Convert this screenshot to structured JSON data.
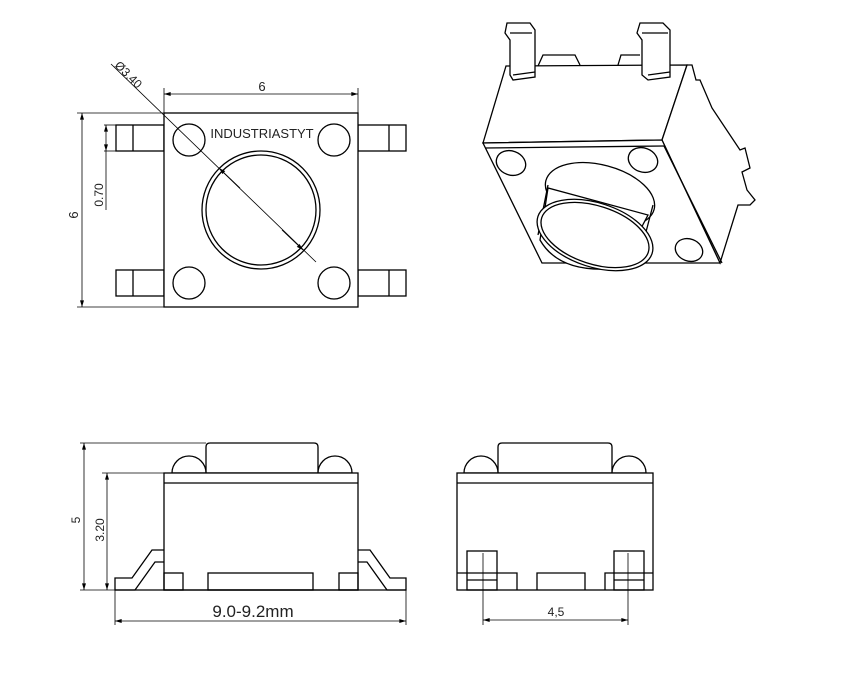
{
  "top_view": {
    "brand_label": "INDUSTRIASTYT",
    "width_dim": "6",
    "height_dim": "6",
    "pin_width_dim": "0.70",
    "button_diameter_dim": "Ø3.40"
  },
  "side_view": {
    "total_height_dim": "5",
    "body_height_dim": "3.20",
    "overall_length_dim": "9.0-9.2mm"
  },
  "end_view": {
    "pin_pitch_dim": "4,5"
  }
}
